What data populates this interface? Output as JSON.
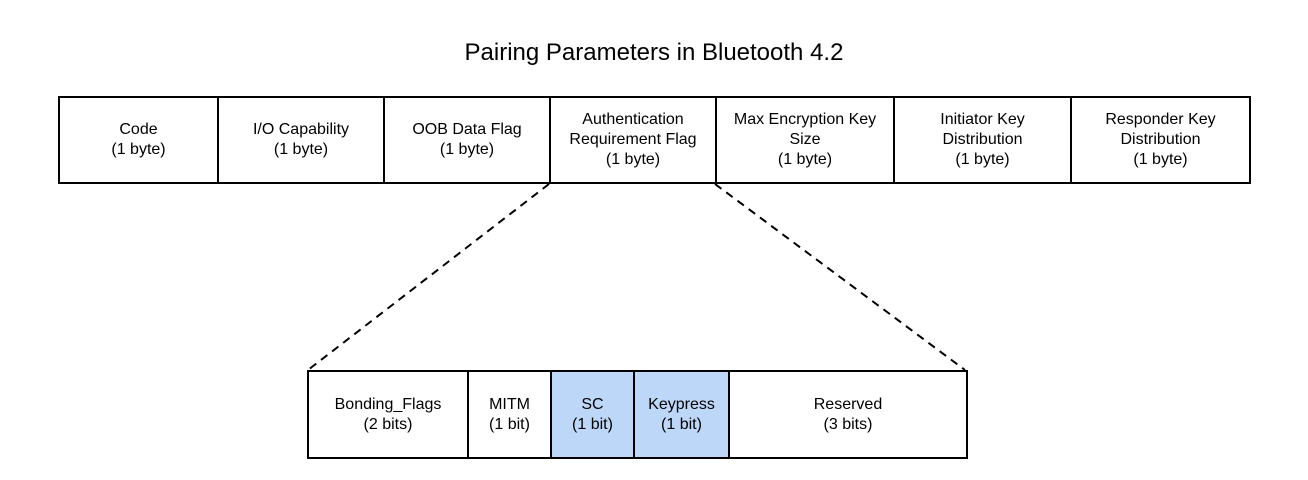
{
  "title": "Pairing Parameters in Bluetooth 4.2",
  "pairing_fields": [
    {
      "lines": [
        "Code",
        "(1 byte)"
      ]
    },
    {
      "lines": [
        "I/O Capability",
        "(1 byte)"
      ]
    },
    {
      "lines": [
        "OOB Data Flag",
        "(1 byte)"
      ]
    },
    {
      "lines": [
        "Authentication",
        "Requirement Flag",
        "(1 byte)"
      ]
    },
    {
      "lines": [
        "Max Encryption Key",
        "Size",
        "(1 byte)"
      ]
    },
    {
      "lines": [
        "Initiator Key",
        "Distribution",
        "(1 byte)"
      ]
    },
    {
      "lines": [
        "Responder Key",
        "Distribution",
        "(1 byte)"
      ]
    }
  ],
  "auth_req_fields": [
    {
      "lines": [
        "Bonding_Flags",
        "(2 bits)"
      ],
      "highlight": false
    },
    {
      "lines": [
        "MITM",
        "(1 bit)"
      ],
      "highlight": false
    },
    {
      "lines": [
        "SC",
        "(1 bit)"
      ],
      "highlight": true
    },
    {
      "lines": [
        "Keypress",
        "(1 bit)"
      ],
      "highlight": true
    },
    {
      "lines": [
        "Reserved",
        "(3 bits)"
      ],
      "highlight": false
    }
  ],
  "colors": {
    "highlight_fill": "#bdd7f8",
    "border": "#000000",
    "background": "#ffffff"
  }
}
